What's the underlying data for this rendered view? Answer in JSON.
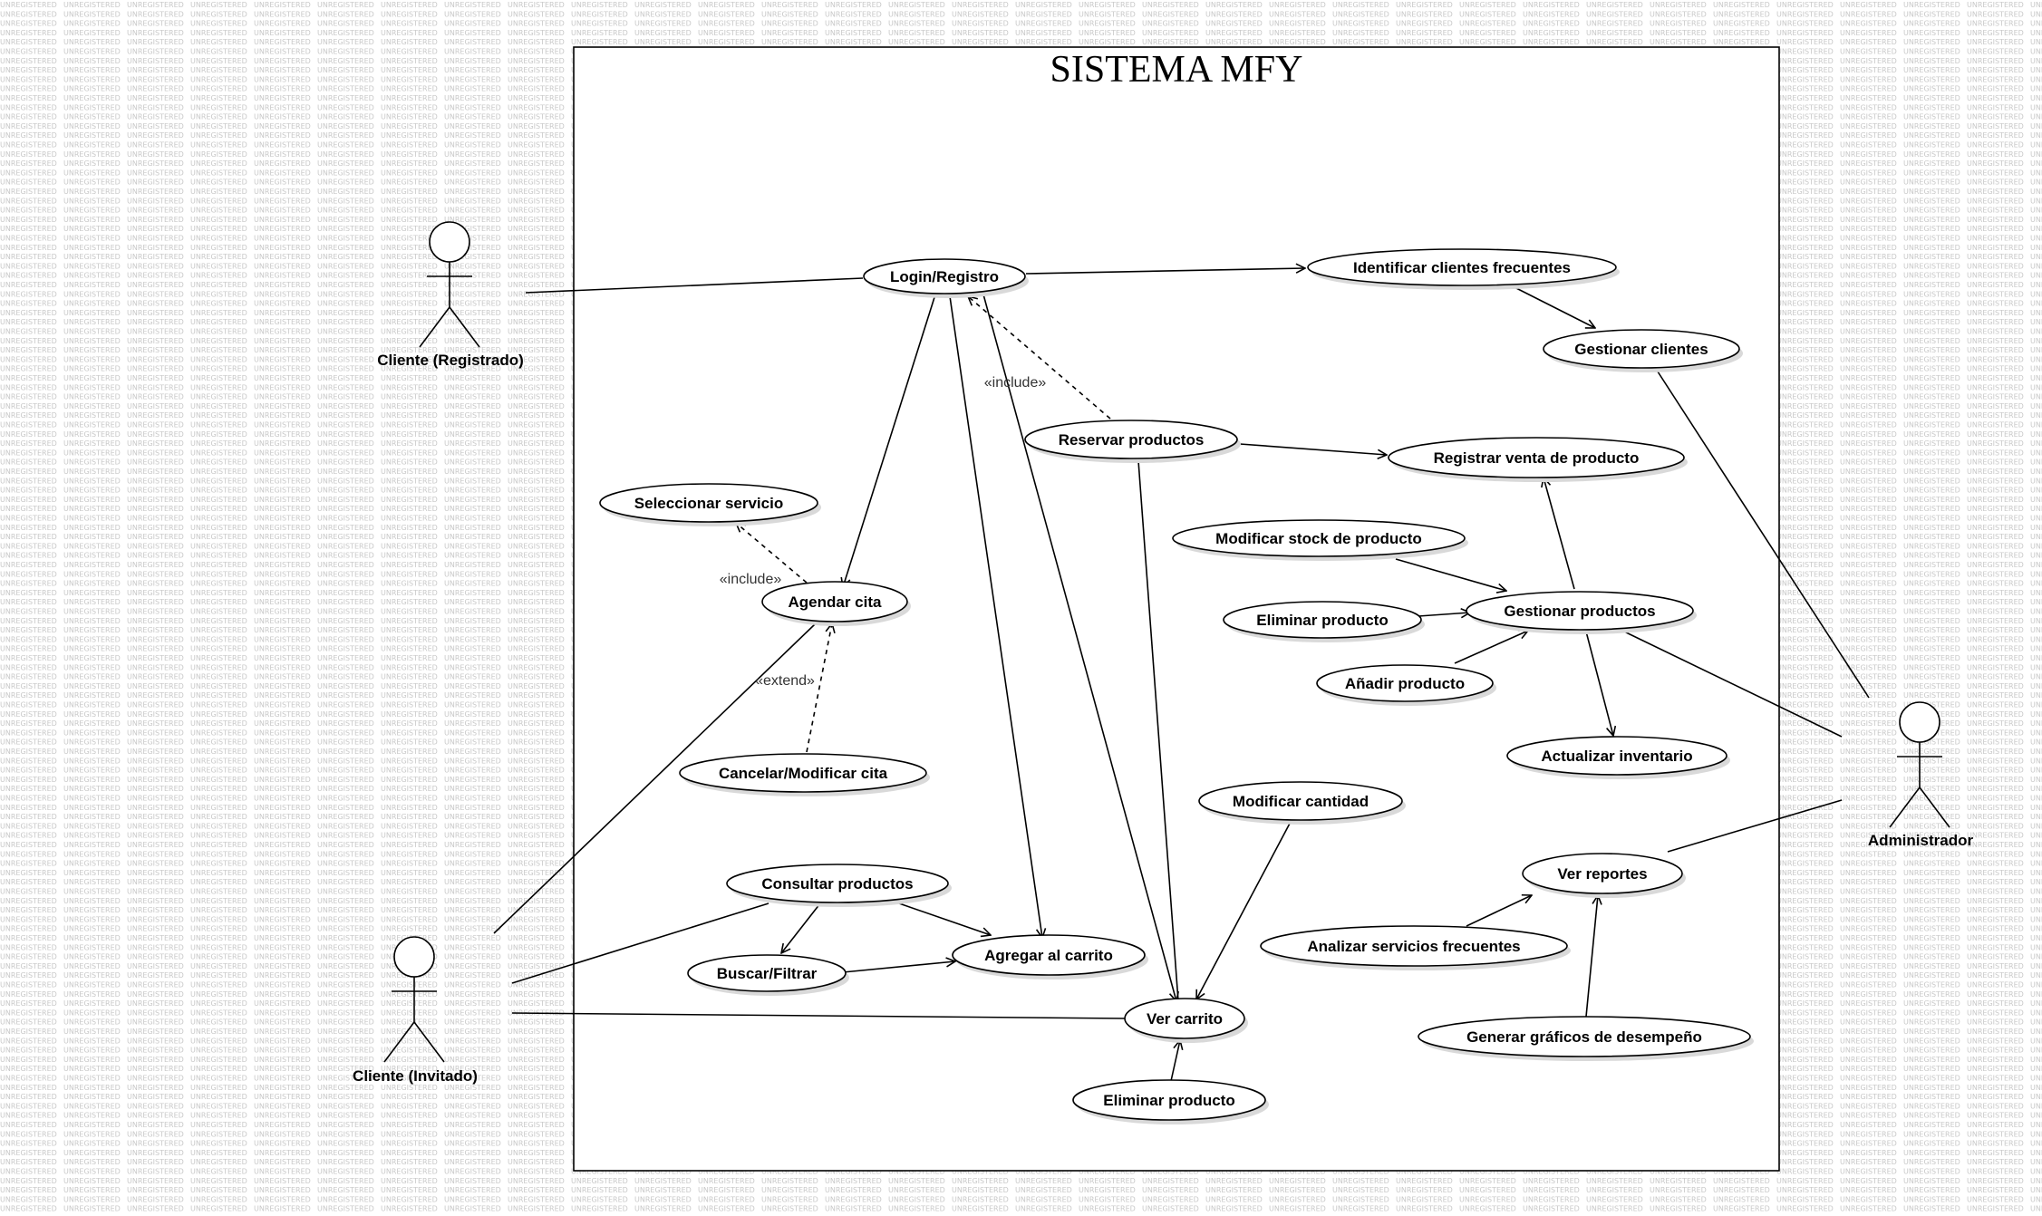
{
  "title": "SISTEMA MFY",
  "watermark": "UNREGISTERED",
  "actors": {
    "cliente_registrado": "Cliente (Registrado)",
    "cliente_invitado": "Cliente (Invitado)",
    "administrador": "Administrador"
  },
  "use_cases": {
    "login": "Login/Registro",
    "identificar": "Identificar clientes frecuentes",
    "gestionar_clientes": "Gestionar clientes",
    "reservar": "Reservar productos",
    "registrar_venta": "Registrar venta de producto",
    "seleccionar_servicio": "Seleccionar servicio",
    "modificar_stock": "Modificar stock de producto",
    "agendar_cita": "Agendar cita",
    "eliminar_producto_1": "Eliminar producto",
    "gestionar_productos": "Gestionar productos",
    "anadir_producto": "Añadir producto",
    "cancelar_cita": "Cancelar/Modificar cita",
    "actualizar_inventario": "Actualizar inventario",
    "modificar_cantidad": "Modificar cantidad",
    "consultar_productos": "Consultar productos",
    "ver_reportes": "Ver reportes",
    "agregar_carrito": "Agregar al carrito",
    "buscar_filtrar": "Buscar/Filtrar",
    "analizar_servicios": "Analizar servicios frecuentes",
    "ver_carrito": "Ver carrito",
    "generar_graficos": "Generar gráficos de desempeño",
    "eliminar_producto_2": "Eliminar producto"
  },
  "stereotypes": {
    "include_login": "«include»",
    "include_servicio": "«include»",
    "extend_cita": "«extend»"
  }
}
